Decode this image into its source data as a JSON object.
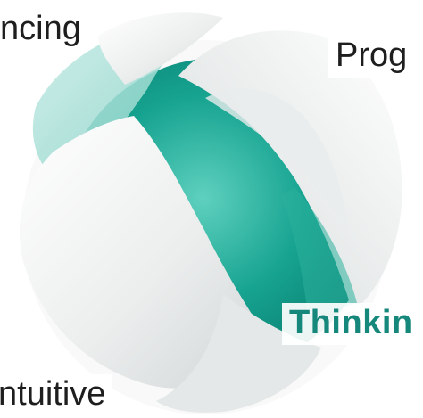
{
  "words": {
    "top_left": "ncing",
    "top_right": "Prog",
    "middle_right": "Thinkin",
    "bottom_left": "ntuitive"
  },
  "colors": {
    "teal_dark": "#0f9e8c",
    "teal_mid": "#4fc3b3",
    "teal_light": "#9fdcd3",
    "shell_light": "#f2f3f3",
    "shell_shadow": "#d4d8d8",
    "highlight_word": "#16877b",
    "text": "#1e1e1e"
  }
}
